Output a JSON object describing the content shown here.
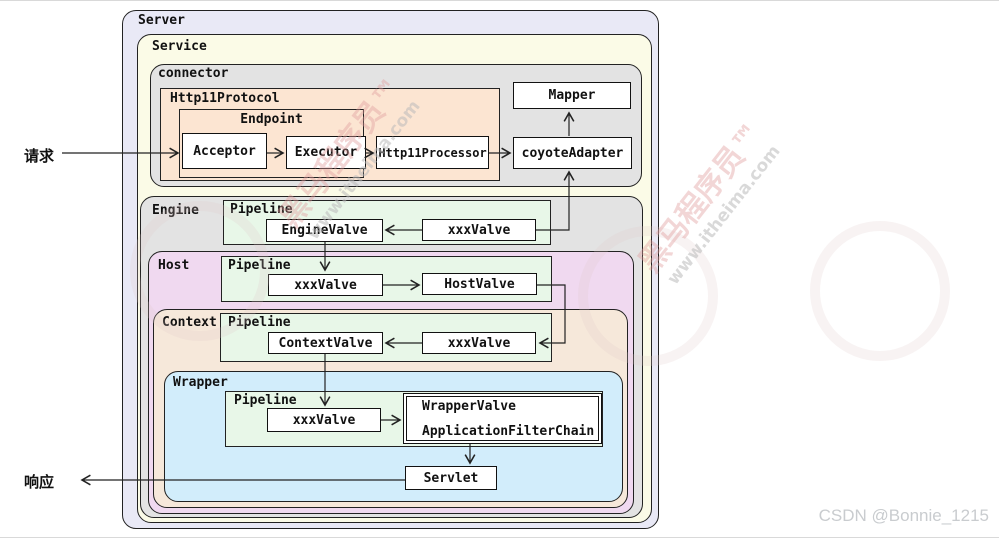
{
  "flow_labels": {
    "request": "请求",
    "response": "响应"
  },
  "containers": {
    "server": "Server",
    "service": "Service",
    "connector": "connector",
    "http11protocol": "Http11Protocol",
    "endpoint": "Endpoint",
    "engine": "Engine",
    "host": "Host",
    "context": "Context",
    "wrapper": "Wrapper"
  },
  "pipeline_label": "Pipeline",
  "nodes": {
    "acceptor": "Acceptor",
    "executor": "Executor",
    "http11processor": "Http11Processor",
    "mapper": "Mapper",
    "coyote_adapter": "coyoteAdapter",
    "engine_valve": "EngineValve",
    "engine_xxx_valve": "xxxValve",
    "host_xxx_valve": "xxxValve",
    "host_valve": "HostValve",
    "context_valve": "ContextValve",
    "context_xxx_valve": "xxxValve",
    "wrapper_xxx_valve": "xxxValve",
    "wrapper_valve": "WrapperValve",
    "application_filter_chain": "ApplicationFilterChain",
    "servlet": "Servlet"
  },
  "brand_watermark": {
    "name": "黑马程序员™",
    "site": "www.itheima.com"
  },
  "credit_watermark": "CSDN @Bonnie_1215",
  "colors": {
    "server_fill": "#e9e9f6",
    "service_fill": "#fbfbe7",
    "connector_fill": "#e3e3e3",
    "http11protocol_fill": "#fce5d2",
    "pipeline_fill": "#e8f7e8",
    "engine_fill": "#e3e3e3",
    "host_fill": "#f0d9f0",
    "context_fill": "#f6e8da",
    "wrapper_fill": "#d2edfb",
    "node_fill": "#ffffff",
    "line_color": "#222222"
  }
}
